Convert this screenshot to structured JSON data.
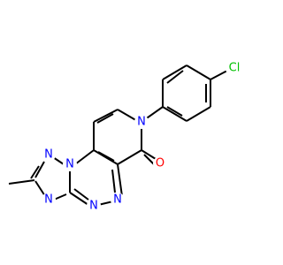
{
  "molecule": {
    "atoms": {
      "n_pyridone": {
        "symbol": "N",
        "color": "#0000ff"
      },
      "o_carbonyl": {
        "symbol": "O",
        "color": "#ff0000"
      },
      "cl": {
        "symbol": "Cl",
        "color": "#00c000"
      },
      "n_fused": {
        "symbol": "N",
        "color": "#0000ff"
      },
      "n_triazole_top": {
        "symbol": "N",
        "color": "#0000ff"
      },
      "n_triazole_bottom": {
        "symbol": "N",
        "color": "#0000ff"
      },
      "n_triazine_a": {
        "symbol": "N",
        "color": "#0000ff"
      },
      "n_triazine_b": {
        "symbol": "N",
        "color": "#0000ff"
      }
    },
    "bond_color": "#000000"
  }
}
